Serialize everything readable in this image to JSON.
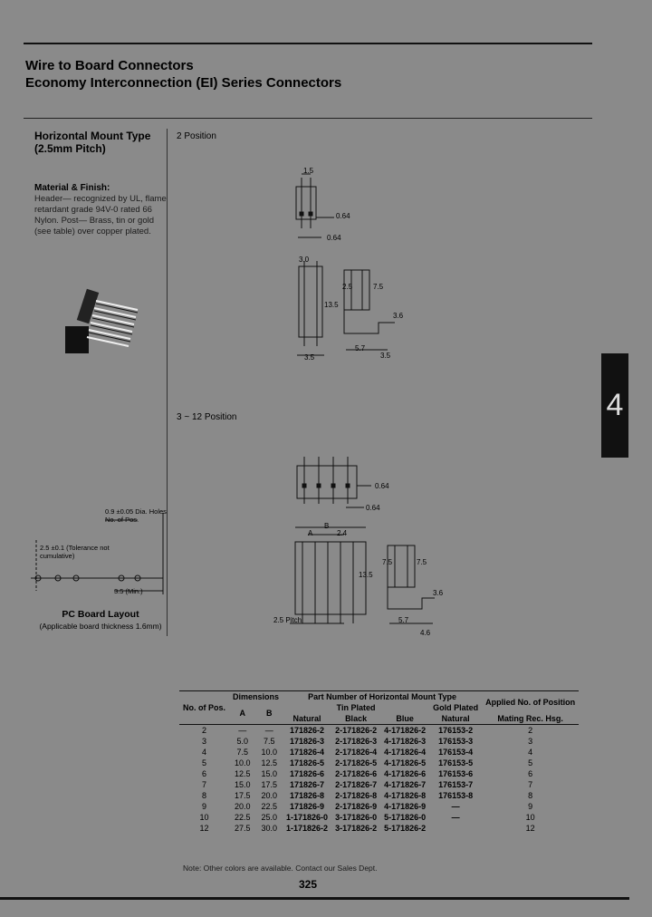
{
  "header": {
    "title_line1": "Wire to Board Connectors",
    "title_line2": "Economy Interconnection (EI) Series Connectors"
  },
  "sidebar": {
    "heading": "Horizontal Mount Type (2.5mm Pitch)",
    "material_heading": "Material & Finish:",
    "material_text": "Header— recognized by UL, flame retardant grade 94V-0 rated 66 Nylon. Post— Brass, tin or gold (see table) over copper plated."
  },
  "sections": {
    "two_position": "2 Position",
    "three_twelve_position": "3 ~ 12 Position"
  },
  "drawing_labels": {
    "d1": "1.5",
    "d2": "0.64",
    "d3": "0.64",
    "d4": "3.0",
    "d5": "2.5",
    "d6": "7.5",
    "d7": "13.5",
    "d8": "3.6",
    "d9": "5.7",
    "d10": "3.5",
    "d11": "3.5",
    "e1": "B",
    "e2": "A",
    "e3": "2.4",
    "e4": "0.64",
    "e5": "0.64",
    "e6": "7.5",
    "e7": "7.5",
    "e8": "13.5",
    "e9": "3.6",
    "e10": "5.7",
    "e11": "4.6",
    "e12": "2.5 Pitch"
  },
  "pcb": {
    "hole_note": "0.9 ±0.05 Dia. Holes No. of Pos.",
    "pitch_note": "2.5 ±0.1 (Tolerance not cumulative)",
    "min_note": "3.5 (Min.)",
    "label": "PC Board Layout",
    "sub": "(Applicable board thickness 1.6mm)"
  },
  "tab_number": "4",
  "table": {
    "headers": {
      "no_of_pos": "No. of Pos.",
      "dimensions": "Dimensions",
      "a": "A",
      "b": "B",
      "part_number": "Part Number of Horizontal Mount Type",
      "tin_plated": "Tin Plated",
      "gold_plated": "Gold Plated",
      "natural": "Natural",
      "black": "Black",
      "blue": "Blue",
      "natural_gold": "Natural",
      "applied": "Applied No. of Position",
      "mating": "Mating Rec. Hsg."
    },
    "rows": [
      {
        "pos": "2",
        "a": "—",
        "b": "—",
        "natural": "171826-2",
        "black": "2-171826-2",
        "blue": "4-171826-2",
        "gold": "176153-2",
        "mating": "2"
      },
      {
        "pos": "3",
        "a": "5.0",
        "b": "7.5",
        "natural": "171826-3",
        "black": "2-171826-3",
        "blue": "4-171826-3",
        "gold": "176153-3",
        "mating": "3"
      },
      {
        "pos": "4",
        "a": "7.5",
        "b": "10.0",
        "natural": "171826-4",
        "black": "2-171826-4",
        "blue": "4-171826-4",
        "gold": "176153-4",
        "mating": "4"
      },
      {
        "pos": "5",
        "a": "10.0",
        "b": "12.5",
        "natural": "171826-5",
        "black": "2-171826-5",
        "blue": "4-171826-5",
        "gold": "176153-5",
        "mating": "5"
      },
      {
        "pos": "6",
        "a": "12.5",
        "b": "15.0",
        "natural": "171826-6",
        "black": "2-171826-6",
        "blue": "4-171826-6",
        "gold": "176153-6",
        "mating": "6"
      },
      {
        "pos": "7",
        "a": "15.0",
        "b": "17.5",
        "natural": "171826-7",
        "black": "2-171826-7",
        "blue": "4-171826-7",
        "gold": "176153-7",
        "mating": "7"
      },
      {
        "pos": "8",
        "a": "17.5",
        "b": "20.0",
        "natural": "171826-8",
        "black": "2-171826-8",
        "blue": "4-171826-8",
        "gold": "176153-8",
        "mating": "8"
      },
      {
        "pos": "9",
        "a": "20.0",
        "b": "22.5",
        "natural": "171826-9",
        "black": "2-171826-9",
        "blue": "4-171826-9",
        "gold": "—",
        "mating": "9"
      },
      {
        "pos": "10",
        "a": "22.5",
        "b": "25.0",
        "natural": "1-171826-0",
        "black": "3-171826-0",
        "blue": "5-171826-0",
        "gold": "—",
        "mating": "10"
      },
      {
        "pos": "12",
        "a": "27.5",
        "b": "30.0",
        "natural": "1-171826-2",
        "black": "3-171826-2",
        "blue": "5-171826-2",
        "gold": "",
        "mating": "12"
      }
    ]
  },
  "note": "Note: Other colors are available. Contact our Sales Dept.",
  "page_number": "325"
}
